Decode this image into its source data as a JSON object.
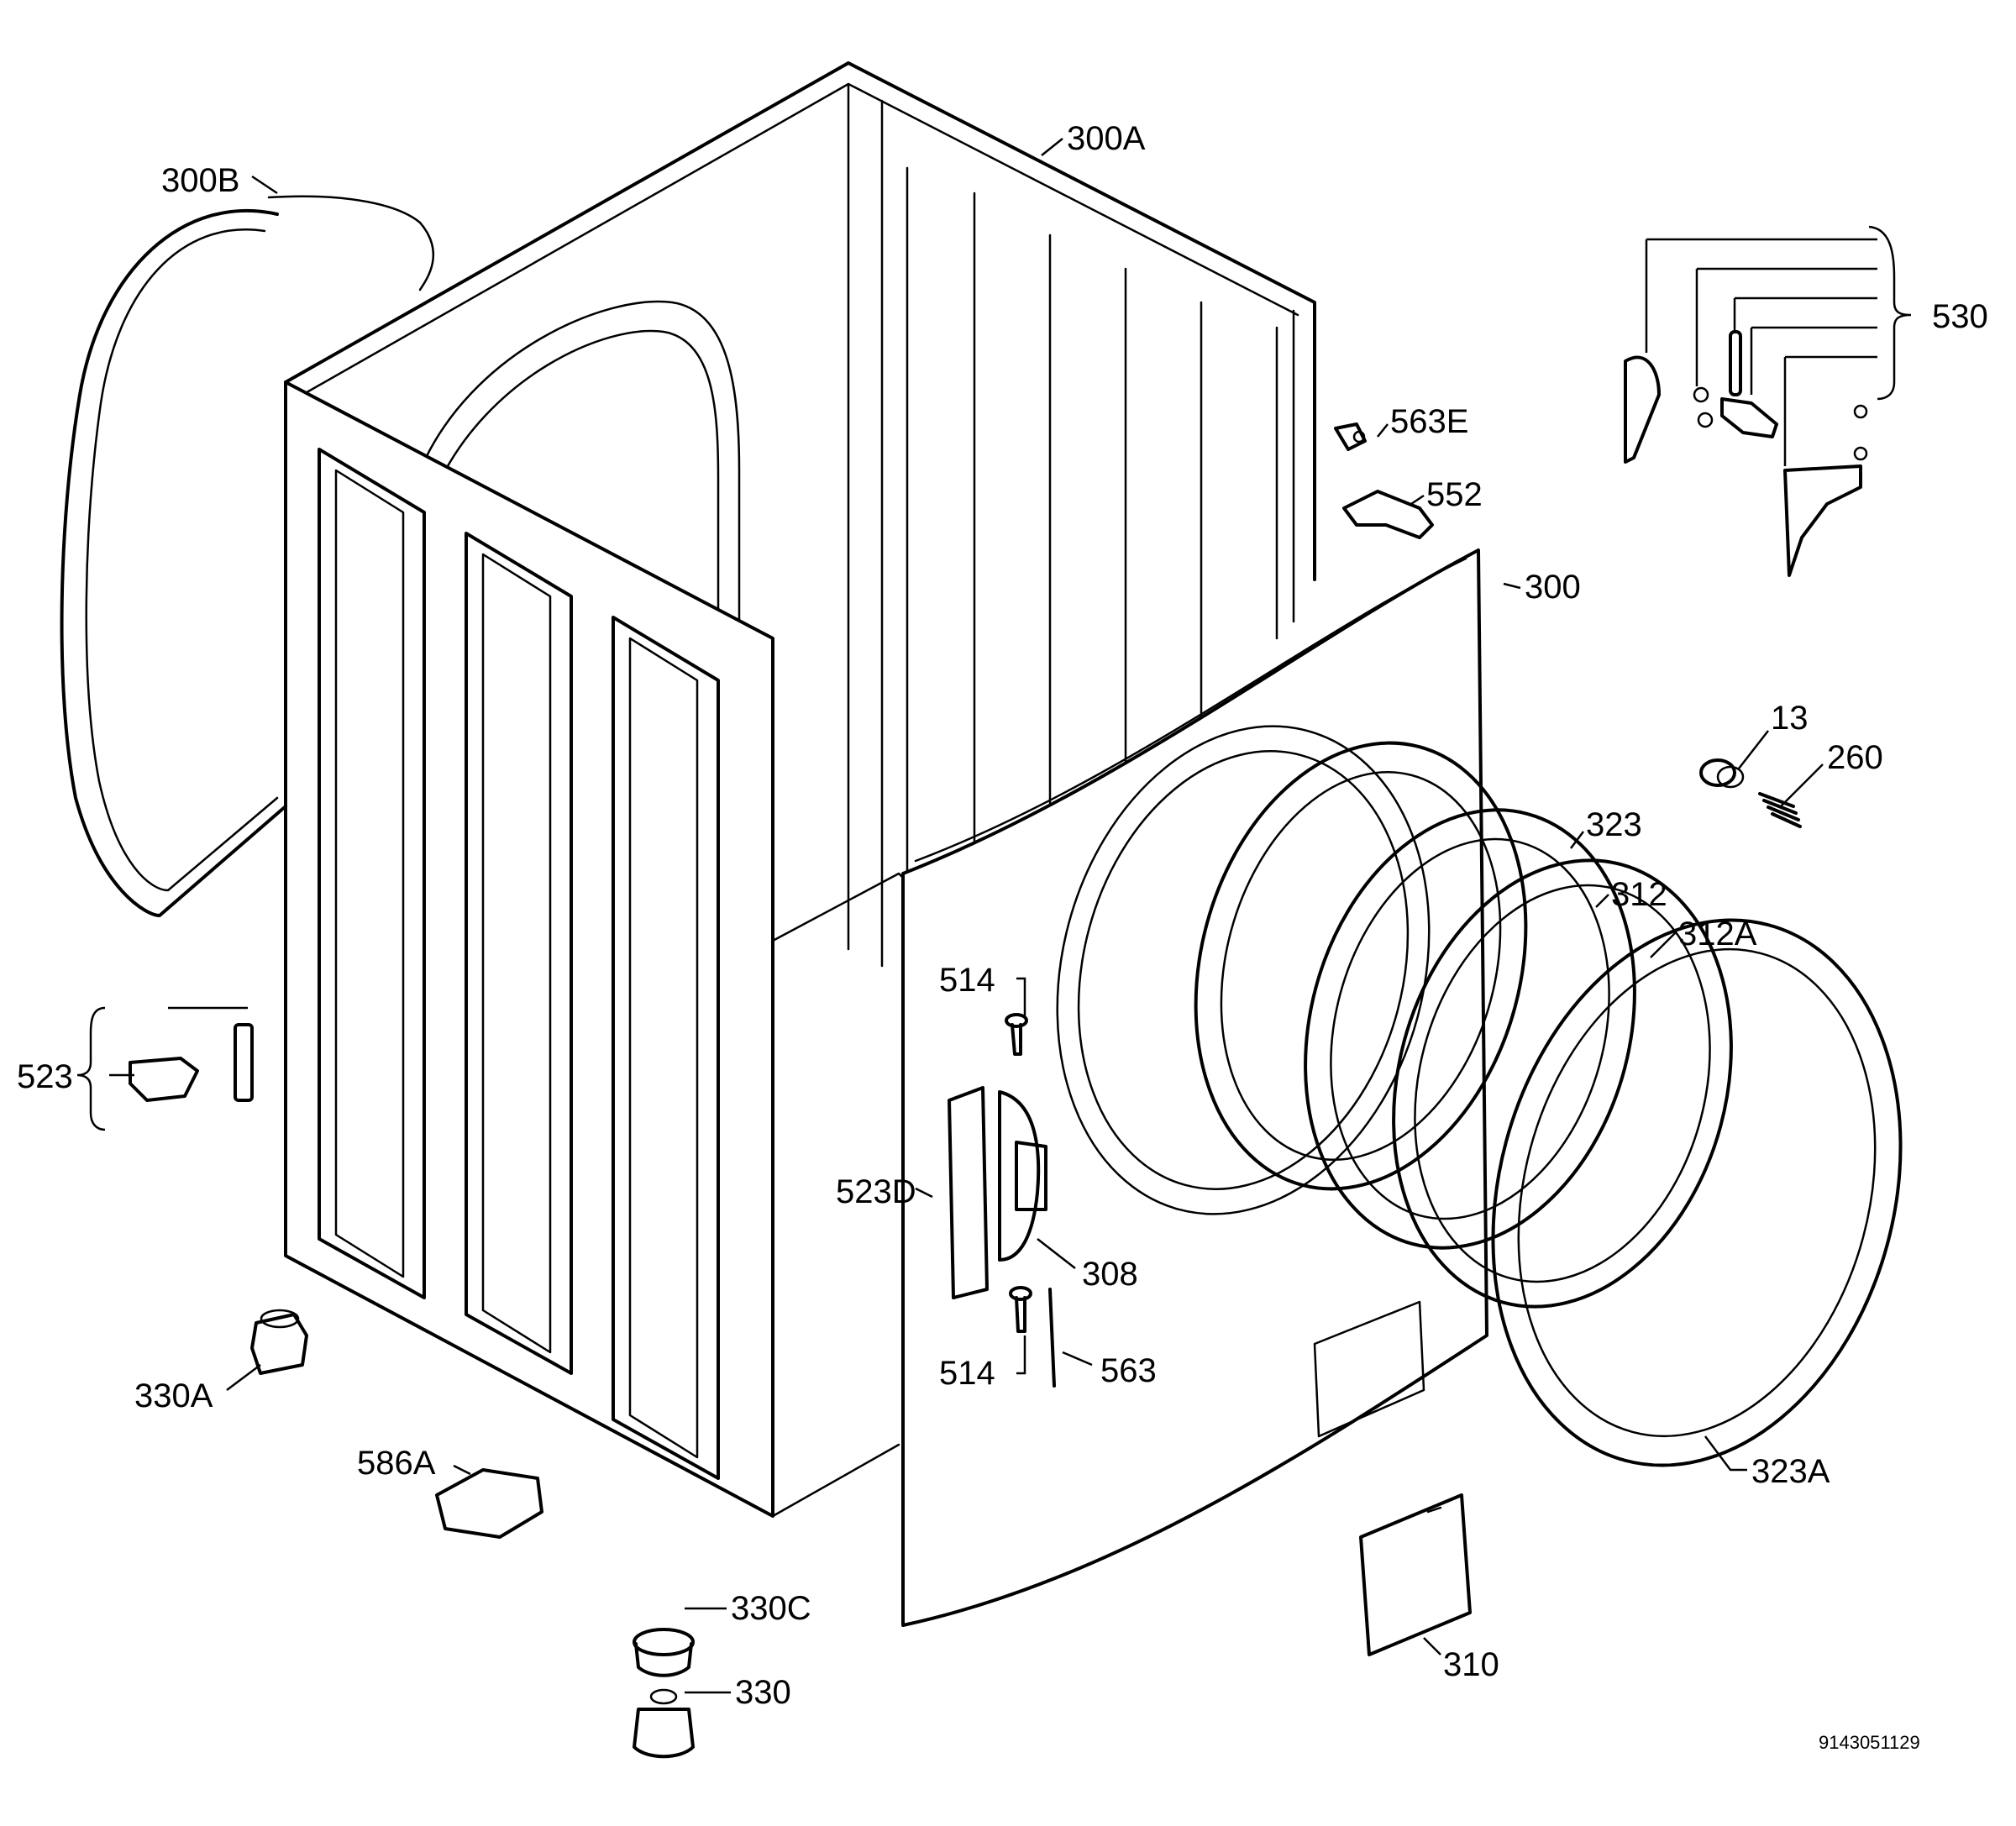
{
  "callouts": {
    "c300A": "300A",
    "c300B": "300B",
    "c530": "530",
    "c563E": "563E",
    "c552": "552",
    "c300": "300",
    "c13": "13",
    "c260": "260",
    "c323": "323",
    "c312": "312",
    "c312A": "312A",
    "c514a": "514",
    "c523": "523",
    "c523D": "523D",
    "c308": "308",
    "c514b": "514",
    "c563": "563",
    "c330A": "330A",
    "c586A": "586A",
    "c323A": "323A",
    "c330C": "330C",
    "c330": "330",
    "c310": "310"
  },
  "drawing_code": "9143051129"
}
